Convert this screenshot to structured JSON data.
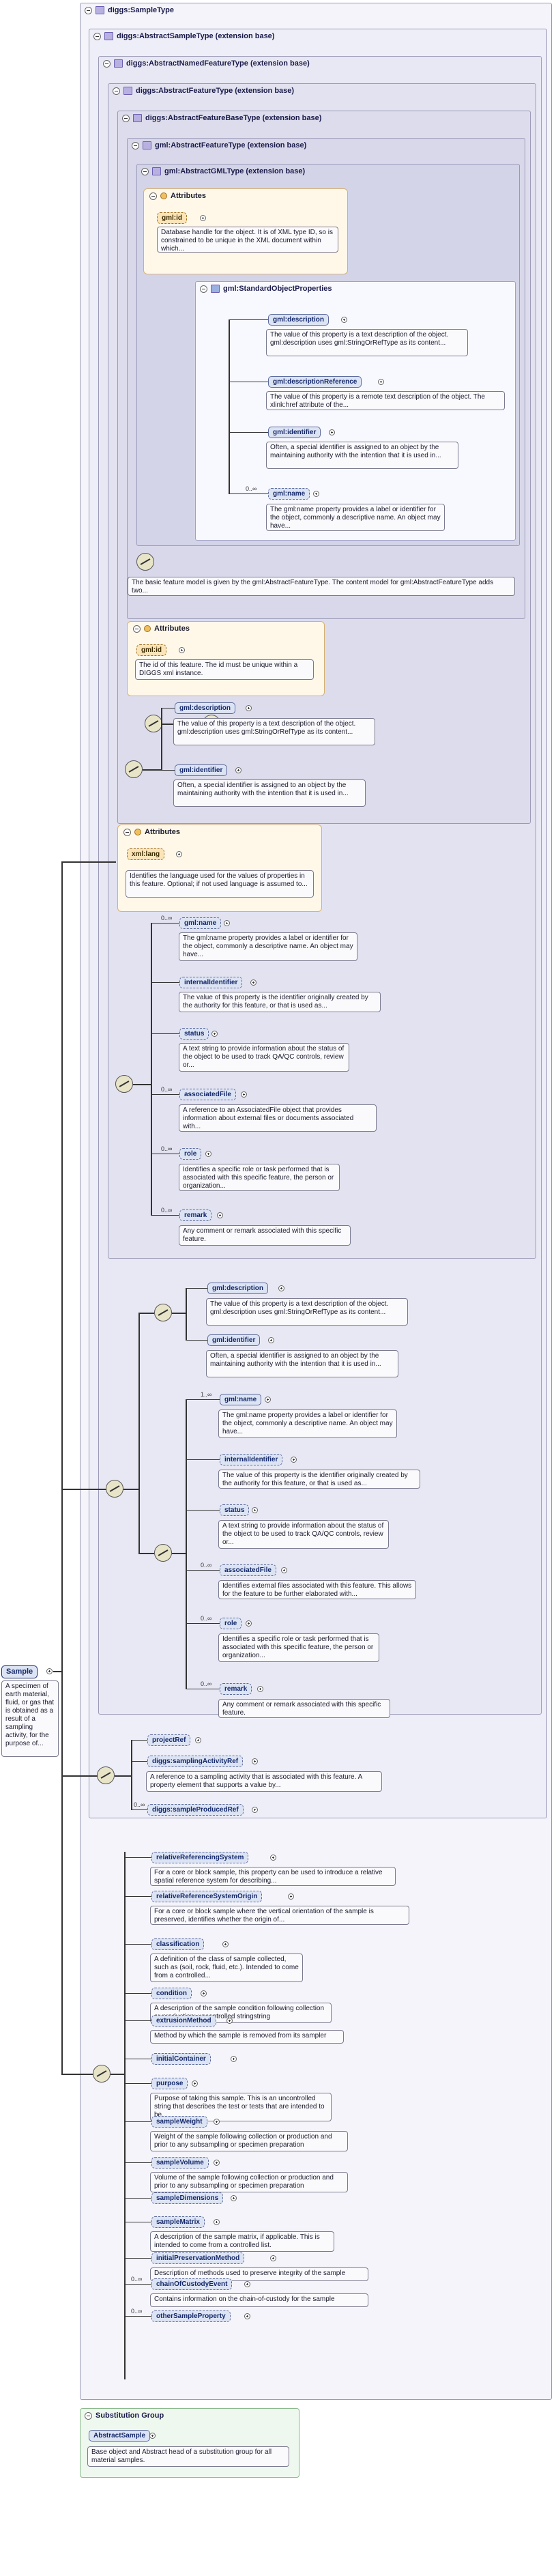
{
  "root": {
    "type_label": "diggs:SampleType"
  },
  "sample": {
    "name": "Sample",
    "doc": "A specimen of earth material, fluid, or gas that is obtained as a result of a sampling activity, for the purpose of..."
  },
  "ext": {
    "abstract_sample": "diggs:AbstractSampleType (extension base)",
    "abstract_named": "diggs:AbstractNamedFeatureType (extension base)",
    "abstract_feature": "diggs:AbstractFeatureType (extension base)",
    "abstract_feature_base": "diggs:AbstractFeatureBaseType (extension base)",
    "gml_feature": "gml:AbstractFeatureType (extension base)",
    "gml_gml": "gml:AbstractGMLType (extension base)"
  },
  "gml_gml": {
    "attributes_title": "Attributes",
    "gmlid": "gml:id",
    "gmlid_doc": "Database handle for the object. It is of XML type ID, so is constrained to be unique in the XML document within which...",
    "standard_group": "gml:StandardObjectProperties",
    "items": [
      {
        "name": "gml:description",
        "doc": "The value of this property is a text description of the object. gml:description uses gml:StringOrRefType as its content..."
      },
      {
        "name": "gml:descriptionReference",
        "doc": "The value of this property is a remote text description of the object. The xlink:href attribute of the..."
      },
      {
        "name": "gml:identifier",
        "doc": "Often, a special identifier is assigned to an object by the maintaining authority with the intention that it is used in..."
      },
      {
        "name": "gml:name",
        "card": "0..∞",
        "doc": "The gml:name property provides a label or identifier for the object, commonly a descriptive name. An object may have..."
      }
    ],
    "feature_doc": "The basic feature model is given by the gml:AbstractFeatureType. The content model for gml:AbstractFeatureType adds two..."
  },
  "feature_base": {
    "attributes_title": "Attributes",
    "gmlid": "gml:id",
    "gmlid_doc": "The id of this feature. The id must be unique within a DIGGS xml instance.",
    "items": [
      {
        "name": "gml:description",
        "doc": "The value of this property is a text description of the object. gml:description uses gml:StringOrRefType as its content..."
      },
      {
        "name": "gml:identifier",
        "doc": "Often, a special identifier is assigned to an object by the maintaining authority with the intention that it is used in..."
      }
    ]
  },
  "abstract_feature": {
    "attributes_title": "Attributes",
    "xmllang": "xml:lang",
    "xmllang_doc": "Identifies the language used for the values of properties in this feature. Optional; if not used language is assumed to...",
    "items": [
      {
        "name": "gml:name",
        "card": "0..∞",
        "doc": "The gml:name property provides a label or identifier for the object, commonly a descriptive name. An object may have..."
      },
      {
        "name": "internalIdentifier",
        "doc": "The value of this property is the identifier originally created by the authority for this feature, or that is used as..."
      },
      {
        "name": "status",
        "doc": "A text string to provide information about the status of the object to be used to track QA/QC controls, review or..."
      },
      {
        "name": "associatedFile",
        "card": "0..∞",
        "doc": "A reference to an AssociatedFile object that provides information about external files or documents associated with..."
      },
      {
        "name": "role",
        "card": "0..∞",
        "doc": "Identifies a specific role or task performed that is associated with this specific feature, the person or organization..."
      },
      {
        "name": "remark",
        "card": "0..∞",
        "doc": "Any comment or remark associated with this specific feature."
      }
    ]
  },
  "named_feature": {
    "items": [
      {
        "name": "gml:description",
        "doc": "The value of this property is a text description of the object. gml:description uses gml:StringOrRefType as its content..."
      },
      {
        "name": "gml:identifier",
        "doc": "Often, a special identifier is assigned to an object by the maintaining authority with the intention that it is used in..."
      },
      {
        "name": "gml:name",
        "card": "1..∞",
        "doc": "The gml:name property provides a label or identifier for the object, commonly a descriptive name. An object may have..."
      },
      {
        "name": "internalIdentifier",
        "doc": "The value of this property is the identifier originally created by the authority for this feature, or that is used as..."
      },
      {
        "name": "status",
        "doc": "A text string to provide information about the status of the object to be used to track QA/QC controls, review or..."
      },
      {
        "name": "associatedFile",
        "card": "0..∞",
        "doc": "Identifies external files associated with this feature. This allows for the feature to be further elaborated with..."
      },
      {
        "name": "role",
        "card": "0..∞",
        "doc": "Identifies a specific role or task performed that is associated with this specific feature, the person or organization..."
      },
      {
        "name": "remark",
        "card": "0..∞",
        "doc": "Any comment or remark associated with this specific feature."
      }
    ]
  },
  "abstract_sample_items": [
    {
      "name": "projectRef",
      "doc": ""
    },
    {
      "name": "diggs:samplingActivityRef",
      "doc": "A reference to a sampling activity that is associated with this feature. A property element that supports a value by..."
    },
    {
      "name": "diggs:sampleProducedRef",
      "card": "0..∞",
      "doc": ""
    }
  ],
  "sample_items": [
    {
      "name": "relativeReferencingSystem",
      "doc": "For a core or block sample, this property can be used to introduce a relative spatial reference system for describing..."
    },
    {
      "name": "relativeReferenceSystemOrigin",
      "doc": "For a core or block sample where the vertical orientation of the sample is preserved, identifies whether the origin of..."
    },
    {
      "name": "classification",
      "doc": "A definition of the class of sample collected, such as (soil, rock, fluid, etc.). Intended to come from a controlled..."
    },
    {
      "name": "condition",
      "doc": "A description of the sample condition following collection or production; uncontrolled stringstring"
    },
    {
      "name": "extrusionMethod",
      "doc": "Method by which the sample is removed from its sampler"
    },
    {
      "name": "initialContainer",
      "doc": ""
    },
    {
      "name": "purpose",
      "doc": "Purpose of taking this sample. This is an uncontrolled string that describes the test or tests that are intended to be..."
    },
    {
      "name": "sampleWeight",
      "doc": "Weight of the sample following collection or production and prior to any subsampling or specimen preparation"
    },
    {
      "name": "sampleVolume",
      "doc": "Volume of the sample following collection or production and prior to any subsampling or specimen preparation"
    },
    {
      "name": "sampleDimensions",
      "doc": ""
    },
    {
      "name": "sampleMatrix",
      "doc": "A description of the sample matrix, if applicable. This is intended to come from a controlled list."
    },
    {
      "name": "initialPreservationMethod",
      "doc": "Description of methods used to preserve integrity of the sample"
    },
    {
      "name": "chainOfCustodyEvent",
      "card": "0..∞",
      "doc": "Contains information on the chain-of-custody for the sample"
    },
    {
      "name": "otherSampleProperty",
      "card": "0..∞",
      "doc": ""
    }
  ],
  "substitution": {
    "title": "Substitution Group",
    "name": "AbstractSample",
    "doc": "Base object and Abstract head of a substitution group for all material samples."
  }
}
